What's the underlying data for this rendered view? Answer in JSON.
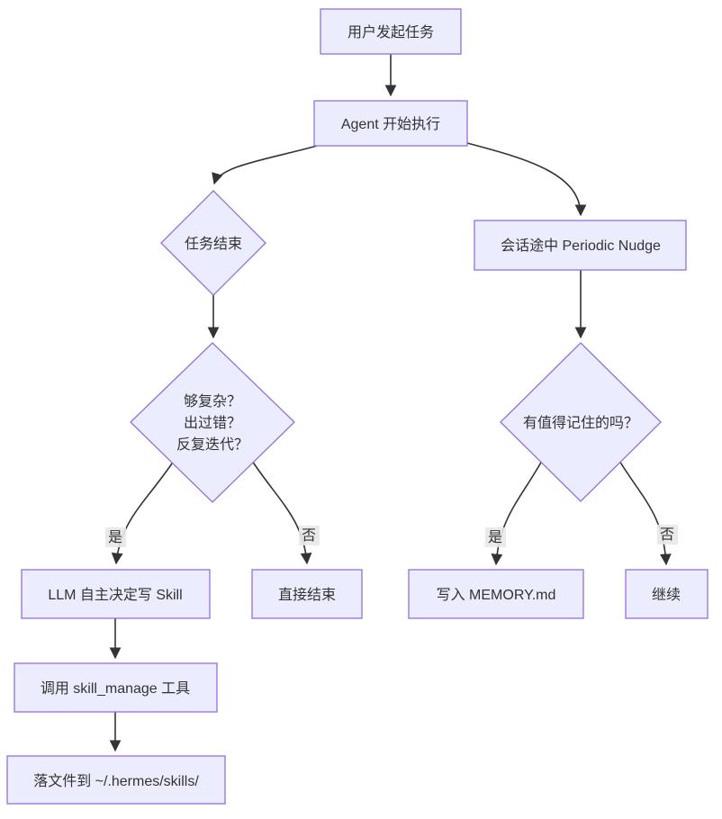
{
  "diagram": {
    "type": "flowchart",
    "direction": "top-down",
    "background": "#ffffff",
    "colors": {
      "node_fill": "#ECECFF",
      "node_border": "#9370DB",
      "edge_stroke": "#333333",
      "text": "#333333",
      "edge_label_bg": "#e8e8e8"
    },
    "nodes": {
      "user_task": {
        "shape": "rect",
        "label": "用户发起任务"
      },
      "agent_start": {
        "shape": "rect",
        "label": "Agent 开始执行"
      },
      "task_end": {
        "shape": "diamond",
        "label": "任务结束"
      },
      "complex_check": {
        "shape": "diamond",
        "lines": [
          "够复杂？",
          "出过错？",
          "反复迭代？"
        ]
      },
      "periodic_nudge": {
        "shape": "rect",
        "label": "会话途中 Periodic Nudge"
      },
      "memory_check": {
        "shape": "diamond",
        "label": "有值得记住的吗？"
      },
      "llm_skill": {
        "shape": "rect",
        "label": "LLM 自主决定写 Skill"
      },
      "direct_end": {
        "shape": "rect",
        "label": "直接结束"
      },
      "write_memory": {
        "shape": "rect",
        "label": "写入 MEMORY.md"
      },
      "continue": {
        "shape": "rect",
        "label": "继续"
      },
      "skill_manage": {
        "shape": "rect",
        "label": "调用 skill_manage 工具"
      },
      "skills_path": {
        "shape": "rect",
        "label": "落文件到 ~/.hermes/skills/"
      }
    },
    "edges": [
      {
        "from": "user_task",
        "to": "agent_start",
        "label": ""
      },
      {
        "from": "agent_start",
        "to": "task_end",
        "label": ""
      },
      {
        "from": "agent_start",
        "to": "periodic_nudge",
        "label": ""
      },
      {
        "from": "task_end",
        "to": "complex_check",
        "label": ""
      },
      {
        "from": "complex_check",
        "to": "llm_skill",
        "label": "是"
      },
      {
        "from": "complex_check",
        "to": "direct_end",
        "label": "否"
      },
      {
        "from": "periodic_nudge",
        "to": "memory_check",
        "label": ""
      },
      {
        "from": "memory_check",
        "to": "write_memory",
        "label": "是"
      },
      {
        "from": "memory_check",
        "to": "continue",
        "label": "否"
      },
      {
        "from": "llm_skill",
        "to": "skill_manage",
        "label": ""
      },
      {
        "from": "skill_manage",
        "to": "skills_path",
        "label": ""
      }
    ]
  }
}
